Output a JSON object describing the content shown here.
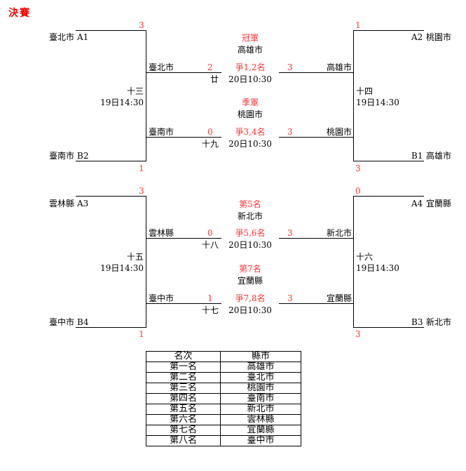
{
  "title": "決賽",
  "top": {
    "left_semi": {
      "team1": {
        "name": "臺北市",
        "seed": "A1",
        "score": "3"
      },
      "team2": {
        "name": "臺南市",
        "seed": "B2",
        "score": "1"
      },
      "game_no": "十三",
      "time": "19日14:30"
    },
    "right_semi": {
      "team1": {
        "name": "桃園市",
        "seed": "A2",
        "score": "1"
      },
      "team2": {
        "name": "高雄市",
        "seed": "B1",
        "score": "3"
      },
      "game_no": "十四",
      "time": "19日14:30"
    },
    "final_a": {
      "label": "爭1,2名",
      "left_team": "臺北市",
      "left_score": "2",
      "right_team": "高雄市",
      "right_score": "3",
      "game_no": "廿",
      "time": "20日10:30",
      "result_label": "冠軍",
      "result_team": "高雄市"
    },
    "final_b": {
      "label": "爭3,4名",
      "left_team": "臺南市",
      "left_score": "0",
      "right_team": "桃園市",
      "right_score": "3",
      "game_no": "十九",
      "time": "20日10:30",
      "result_label": "季軍",
      "result_team": "桃園市"
    }
  },
  "bottom": {
    "left_semi": {
      "team1": {
        "name": "雲林縣",
        "seed": "A3",
        "score": "3"
      },
      "team2": {
        "name": "臺中市",
        "seed": "B4",
        "score": "1"
      },
      "game_no": "十五",
      "time": "19日14:30"
    },
    "right_semi": {
      "team1": {
        "name": "宜蘭縣",
        "seed": "A4",
        "score": "0"
      },
      "team2": {
        "name": "新北市",
        "seed": "B3",
        "score": "3"
      },
      "game_no": "十六",
      "time": "19日14:30"
    },
    "final_a": {
      "label": "爭5,6名",
      "left_team": "雲林縣",
      "left_score": "0",
      "right_team": "新北市",
      "right_score": "3",
      "game_no": "十八",
      "time": "20日10:30",
      "result_label": "第5名",
      "result_team": "新北市"
    },
    "final_b": {
      "label": "爭7,8名",
      "left_team": "臺中市",
      "left_score": "1",
      "right_team": "宜蘭縣",
      "right_score": "3",
      "game_no": "十七",
      "time": "20日10:30",
      "result_label": "第7名",
      "result_team": "宜蘭縣"
    }
  },
  "ranking": {
    "headers": [
      "名次",
      "縣市"
    ],
    "rows": [
      [
        "第一名",
        "高雄市"
      ],
      [
        "第二名",
        "臺北市"
      ],
      [
        "第三名",
        "桃園市"
      ],
      [
        "第四名",
        "臺南市"
      ],
      [
        "第五名",
        "新北市"
      ],
      [
        "第六名",
        "雲林縣"
      ],
      [
        "第七名",
        "宜蘭縣"
      ],
      [
        "第八名",
        "臺中市"
      ]
    ]
  },
  "colors": {
    "accent": "#ff3333",
    "line": "#000000"
  }
}
